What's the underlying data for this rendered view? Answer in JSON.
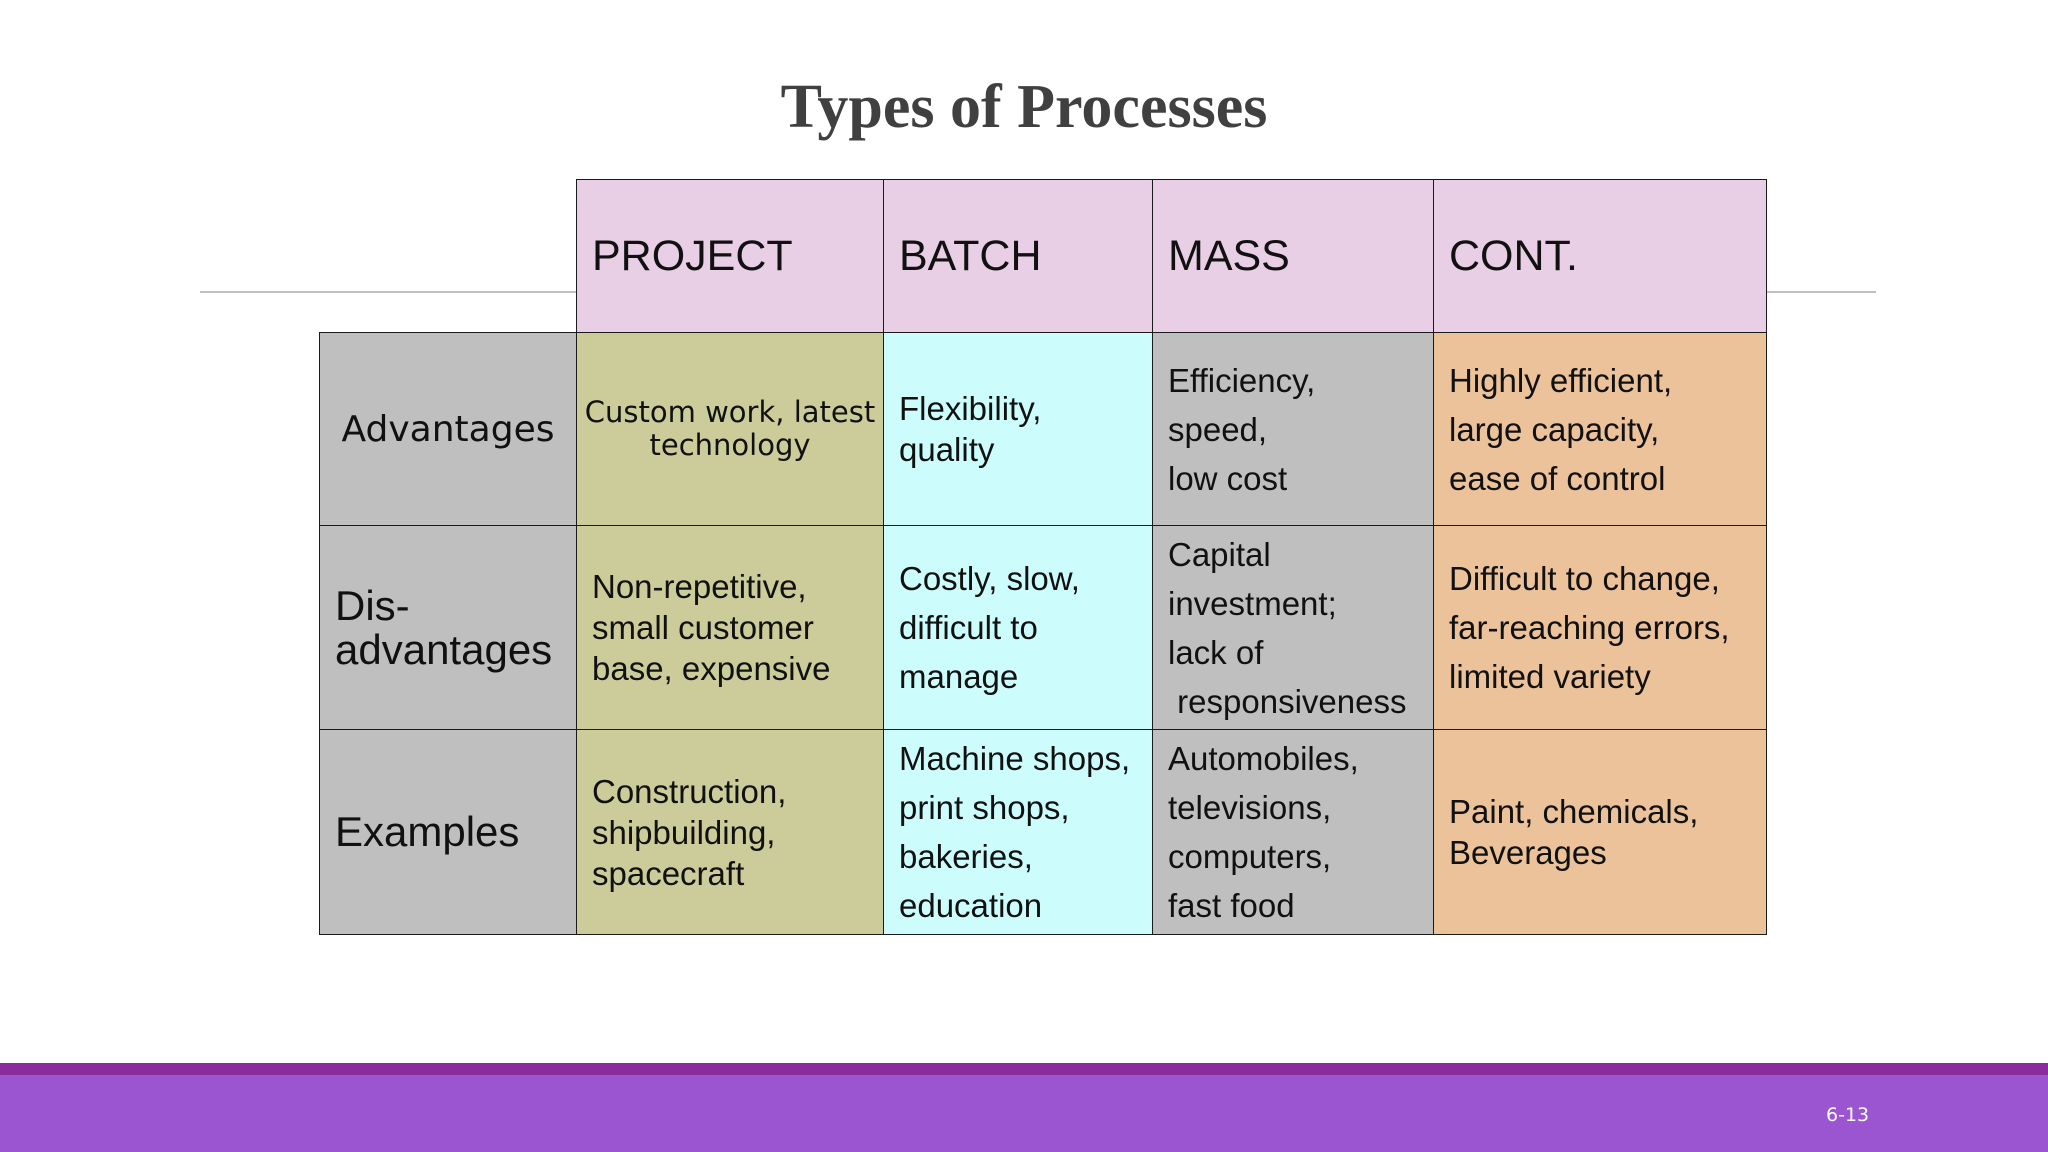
{
  "slide": {
    "title": "Types of Processes",
    "page_number": "6-13"
  },
  "table": {
    "headers": [
      "PROJECT",
      "BATCH",
      "MASS",
      "CONT."
    ],
    "rows": [
      {
        "label_lines": [
          "Advantages"
        ],
        "cells": [
          [
            "Custom work, latest",
            "technology"
          ],
          [
            "Flexibility,",
            "quality"
          ],
          [
            "Efficiency,",
            "speed,",
            "low cost"
          ],
          [
            "Highly efficient,",
            "large capacity,",
            "ease of control"
          ]
        ]
      },
      {
        "label_lines": [
          "Dis-",
          "advantages"
        ],
        "cells": [
          [
            "Non-repetitive,",
            "small customer",
            "base, expensive"
          ],
          [
            "Costly, slow,",
            "difficult to",
            "manage"
          ],
          [
            "Capital",
            "investment;",
            "lack of",
            " responsiveness"
          ],
          [
            "Difficult to change,",
            "far-reaching errors,",
            "limited variety"
          ]
        ]
      },
      {
        "label_lines": [
          "Examples"
        ],
        "cells": [
          [
            "Construction,",
            "shipbuilding,",
            "spacecraft"
          ],
          [
            "Machine shops,",
            "print shops,",
            "bakeries,",
            "education"
          ],
          [
            "Automobiles,",
            "televisions,",
            "computers,",
            "fast food"
          ],
          [
            "Paint, chemicals,",
            "Beverages"
          ]
        ]
      }
    ]
  },
  "colors": {
    "header_fill": "#e9cfe6",
    "row_label_fill": "#bfbfbf",
    "project_fill": "#cccc9a",
    "batch_fill": "#ccfcfc",
    "mass_fill": "#bfbfbf",
    "cont_fill": "#ebc29a",
    "footer_band": "#9b55d1",
    "footer_accent": "#8a2c9b"
  }
}
